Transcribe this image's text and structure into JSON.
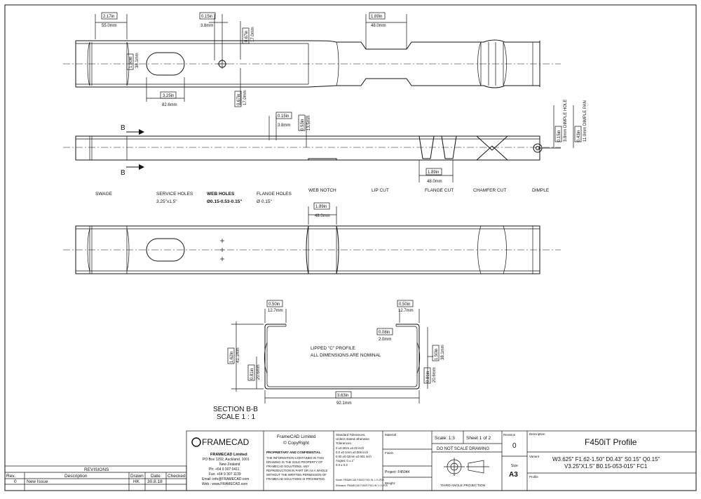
{
  "dimensions": {
    "d1_in": "2.17in",
    "d1_mm": "55.0mm",
    "d2_in": "0.15in",
    "d2_mm": "3.8mm",
    "d3_in": "0.67in",
    "d3_mm": "17.0mm",
    "d4_in": "1.50in",
    "d4_mm": "38.1mm",
    "d5_in": "3.25in",
    "d5_mm": "82.6mm",
    "d6_in": "0.67in",
    "d6_mm": "17.0mm",
    "d7_in": "1.89in",
    "d7_mm": "48.0mm",
    "d8_in": "0.15in",
    "d8_mm": "3.8mm",
    "d9_in": "0.53in",
    "d9_mm": "13.5mm",
    "d10_in": "1.89in",
    "d10_mm": "48.0mm",
    "d11_in": "0.15in",
    "d11_mm": "3.8mm DIMPLE HOLE",
    "d12_in": "0.43in",
    "d12_mm": "11.0mm DIMPLE PAN",
    "d13_in": "1.89in",
    "d13_mm": "48.0mm"
  },
  "section_marks": {
    "top": "B",
    "bottom": "B"
  },
  "features": [
    {
      "name": "SWAGE",
      "sub": ""
    },
    {
      "name": "SERVICE HOLES",
      "sub": "3.25\"x1.5\""
    },
    {
      "name": "WEB HOLES",
      "sub": "Ø0.15-0.53-0.15\""
    },
    {
      "name": "FLANGE HOLES",
      "sub": "Ø 0.15\""
    },
    {
      "name": "WEB NOTCH",
      "sub": ""
    },
    {
      "name": "LIP CUT",
      "sub": ""
    },
    {
      "name": "FLANGE CUT",
      "sub": ""
    },
    {
      "name": "CHAMFER CUT",
      "sub": ""
    },
    {
      "name": "DIMPLE",
      "sub": ""
    }
  ],
  "section": {
    "lip_left_in": "0.50in",
    "lip_left_mm": "12.7mm",
    "lip_right_in": "0.50in",
    "lip_right_mm": "12.7mm",
    "thick_in": "0.08in",
    "thick_mm": "2.0mm",
    "flange_in": "1.62in",
    "flange_mm": "41.1mm",
    "inner_in": "0.81in",
    "inner_mm": "20.6mm",
    "flange_r_in": "1.50in",
    "flange_r_mm": "38.1mm",
    "inner_r_in": "0.81in",
    "inner_r_mm": "20.6mm",
    "web_in": "3.63in",
    "web_mm": "92.1mm",
    "label1": "LIPPED \"C\" PROFILE",
    "label2": "ALL DIMENSIONS ARE NOMINAL",
    "title1": "SECTION B-B",
    "title2": "SCALE 1 : 1"
  },
  "revisions": {
    "title": "REVISIONS",
    "headers": [
      "Rev.",
      "Description",
      "Drawn",
      "Date",
      "Checked"
    ],
    "rows": [
      {
        "rev": "0",
        "desc": "New Issue",
        "drawn": "HK",
        "date": "30.8.18",
        "checked": ""
      }
    ]
  },
  "company": {
    "logo": "FRAMECAD",
    "name": "FRAMECAD Limited",
    "address1": "PO Box 1292, Auckland, 1001",
    "address2": "New Zealand",
    "phone": "Ph:   +64 9 307 0411",
    "fax": "Fax:  +64 9 307 1139",
    "email": "Email: info@FRAMECAD.com",
    "web": "Web : www.FRAMECAD.com"
  },
  "copyright": {
    "line1": "FrameCAD Limited",
    "line2": "© CopyRight",
    "heading": "PROPRIETARY AND CONFIDENTIAL",
    "body": [
      "THE INFORMATION CONTAINED IN THIS",
      "DRAWING IS THE SOLE PROPERTY OF",
      "FRAMECAD SOLUTIONS. ANY",
      "REPRODUCTION IN PART OR AS A WHOLE",
      "WITHOUT THE WRITTEN PERMISSION OF",
      "FRAMECAD SOLUTIONS IS PROHIBITED."
    ]
  },
  "tolerances": {
    "title": "Standard Tolerances,",
    "sub": "Unless stated otherwise",
    "head": "Tolerances:",
    "rows": [
      "0     ±0.3mm    ±0.02 inch",
      "0.0   ±0.1mm    ±0.006 inch",
      "0.00  ±0.02mm   ±0.001 inch",
      "Angles:  0     ± 1°",
      "         0.0   ± 0.3"
    ],
    "model": "Model:   FRAMECAD F450iT-P151 iN: 1.0 UP25",
    "released": "Released:  FRAMECAD F450iT-P151 iN: 1.0 UP25"
  },
  "info": {
    "material": "Material",
    "finish": "Finish",
    "project": "Project:  F45044",
    "weight": "Weight:"
  },
  "scale_sheet": {
    "scale": "Scale: 1:3",
    "sheet": "Sheet  1  of  2",
    "dnsd": "DO NOT SCALE DRAWING",
    "projection": "THIRD ANGLE PROJECTION"
  },
  "revision_box": {
    "label": "Revision",
    "value": "0"
  },
  "size_box": {
    "label": "Size",
    "value": "A3"
  },
  "description": {
    "label": "Description",
    "title": "F450iT Profile",
    "variant_label": "Variant",
    "variant1": "W3.625\" F1.62-1.50\" D0.43\" S0.15\" Q0.15\"",
    "variant2": "V3.25\"X1.5\" B0.15-053-015\" FC1",
    "profile_label": "Profile"
  }
}
